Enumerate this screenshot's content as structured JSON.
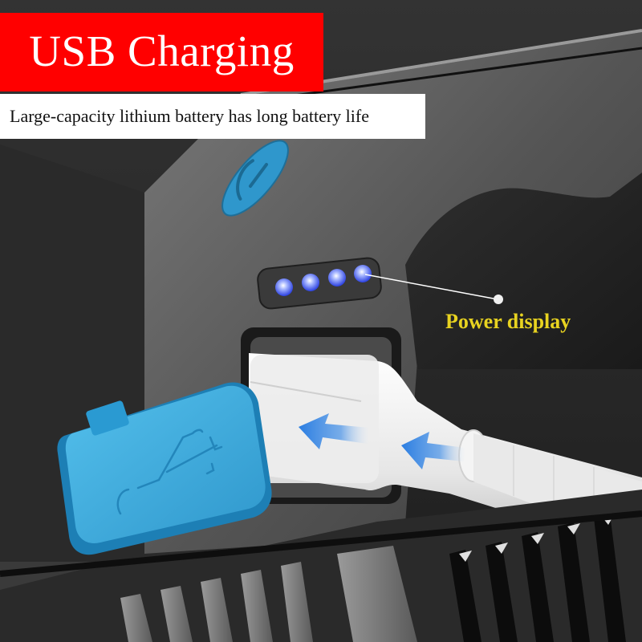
{
  "header": {
    "title": "USB Charging",
    "subtitle": "Large-capacity lithium battery has long battery life"
  },
  "callouts": [
    {
      "label": "Power display",
      "target": "battery-level-indicator"
    }
  ],
  "product": {
    "battery_indicator_leds": 4,
    "leds_lit": 4,
    "icons": [
      "power-button-icon",
      "usb-symbol-icon",
      "insert-arrow-icon"
    ]
  },
  "colors": {
    "title_banner_bg": "#ff0000",
    "title_text": "#ffffff",
    "subtitle_bg": "#ffffff",
    "subtitle_text": "#111111",
    "callout_text": "#e8d320",
    "led_blue": "#3a5cff",
    "cap_blue": "#3aa7d8",
    "arrow_blue": "#2a7de1",
    "background": "#2b2b2b"
  }
}
